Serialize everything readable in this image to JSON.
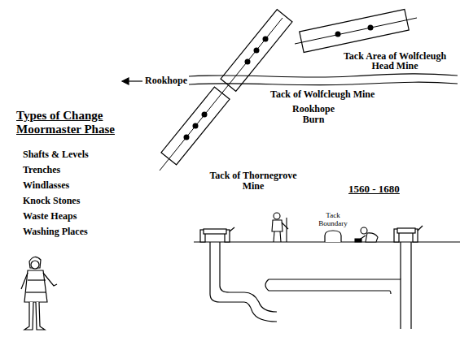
{
  "diagram": {
    "title": "Types of Change Moormaster Phase",
    "labels": [
      "Rookhope",
      "Tack Area of Wolfcleugh Head Mine",
      "Tack of Wolfcleugh Mine",
      "Rookhope Burn",
      "Tack of Thornegrove Mine",
      "1560 - 1680",
      "Shafts & Levels",
      "Trenches",
      "Windlasses",
      "Knock Stones",
      "Waste Heaps",
      "Washing Places",
      "Tack Boundary"
    ]
  }
}
